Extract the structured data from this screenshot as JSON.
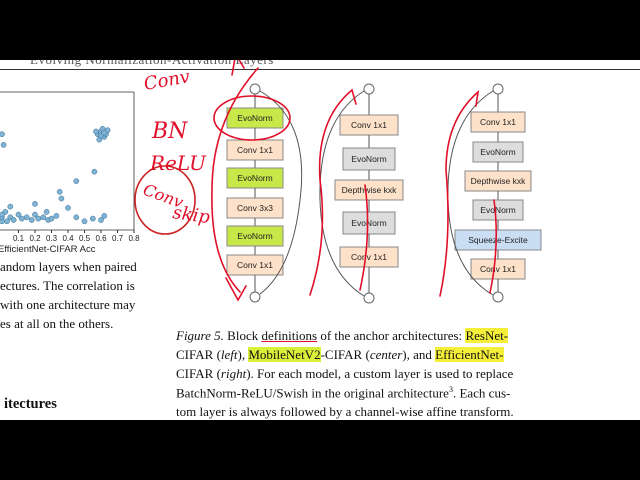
{
  "header": {
    "running_title": "Evolving Normalization-Activation Layers"
  },
  "figure": {
    "scatter_xlabel": "EfficientNet-CIFAR Acc",
    "scatter_ticks": [
      "0.1",
      "0.2",
      "0.3",
      "0.4",
      "0.5",
      "0.6",
      "0.7",
      "0.8"
    ],
    "resnet_blocks": [
      "EvoNorm",
      "Conv 1x1",
      "EvoNorm",
      "Conv 3x3",
      "EvoNorm",
      "Conv 1x1"
    ],
    "mobilenet_blocks": [
      "Conv 1x1",
      "EvoNorm",
      "Depthwise kxk",
      "EvoNorm",
      "Conv 1x1"
    ],
    "efficientnet_blocks": [
      "Conv 1x1",
      "EvoNorm",
      "Depthwise kxk",
      "EvoNorm",
      "Squeeze-Excite",
      "Conv 1x1"
    ],
    "colors": {
      "point": "#7fb3d5",
      "evonorm_highlight": "#c8e84a",
      "conv": "#fde1c9",
      "evonorm": "#dddddd",
      "se": "#c9ddf3",
      "annotation": "#e0102a"
    }
  },
  "chart_data": {
    "type": "scatter",
    "xlabel": "EfficientNet-CIFAR Acc",
    "ylabel": "",
    "xlim": [
      0.0,
      0.8
    ],
    "series": [
      {
        "points": [
          [
            0.0,
            0.7
          ],
          [
            0.01,
            0.62
          ],
          [
            0.02,
            0.12
          ],
          [
            0.03,
            0.05
          ],
          [
            0.05,
            0.08
          ],
          [
            0.07,
            0.06
          ],
          [
            0.1,
            0.1
          ],
          [
            0.12,
            0.07
          ],
          [
            0.15,
            0.08
          ],
          [
            0.18,
            0.06
          ],
          [
            0.2,
            0.1
          ],
          [
            0.22,
            0.07
          ],
          [
            0.25,
            0.08
          ],
          [
            0.28,
            0.06
          ],
          [
            0.3,
            0.07
          ],
          [
            0.27,
            0.12
          ],
          [
            0.33,
            0.09
          ],
          [
            0.36,
            0.22
          ],
          [
            0.4,
            0.15
          ],
          [
            0.45,
            0.08
          ],
          [
            0.5,
            0.05
          ],
          [
            0.55,
            0.07
          ],
          [
            0.6,
            0.06
          ],
          [
            0.62,
            0.09
          ],
          [
            0.58,
            0.7
          ],
          [
            0.6,
            0.72
          ],
          [
            0.62,
            0.68
          ],
          [
            0.61,
            0.74
          ],
          [
            0.63,
            0.7
          ],
          [
            0.59,
            0.66
          ],
          [
            0.64,
            0.73
          ],
          [
            0.6,
            0.69
          ],
          [
            0.57,
            0.72
          ],
          [
            0.62,
            0.71
          ],
          [
            0.56,
            0.42
          ],
          [
            0.45,
            0.35
          ],
          [
            0.35,
            0.27
          ],
          [
            0.2,
            0.18
          ],
          [
            0.05,
            0.16
          ],
          [
            0.0,
            0.05
          ],
          [
            0.0,
            0.08
          ],
          [
            0.0,
            0.1
          ]
        ]
      }
    ]
  },
  "annotations": {
    "conv_top": "Conv",
    "bn": "BN",
    "relu": "ReLU",
    "conv_bottom": "Conv",
    "skip": "skip"
  },
  "left_column": {
    "lines": [
      "andom layers when paired",
      "ectures. The correlation is",
      "with one architecture may",
      "es at all on the others.",
      ""
    ],
    "heading": "itectures"
  },
  "caption": {
    "fig_label": "Figure 5.",
    "l1a": "Block ",
    "l1b": "definitions",
    "l1c": " of the anchor architectures: ",
    "l1d": "ResNet-",
    "l2a": "CIFAR (",
    "l2b": "left",
    "l2c": "), ",
    "l2d": "MobileNetV2",
    "l2e": "-CIFAR (",
    "l2f": "center",
    "l2g": "), and ",
    "l2h": "EfficientNet-",
    "l3a": "CIFAR (",
    "l3b": "right",
    "l3c": "). For each model, a custom layer is used to replace",
    "l4a": "BatchNorm-ReLU/Swish in the original architecture",
    "l4b": "3",
    "l4c": ". Each cus-",
    "l5": "tom layer is always followed by a channel-wise affine transform."
  }
}
